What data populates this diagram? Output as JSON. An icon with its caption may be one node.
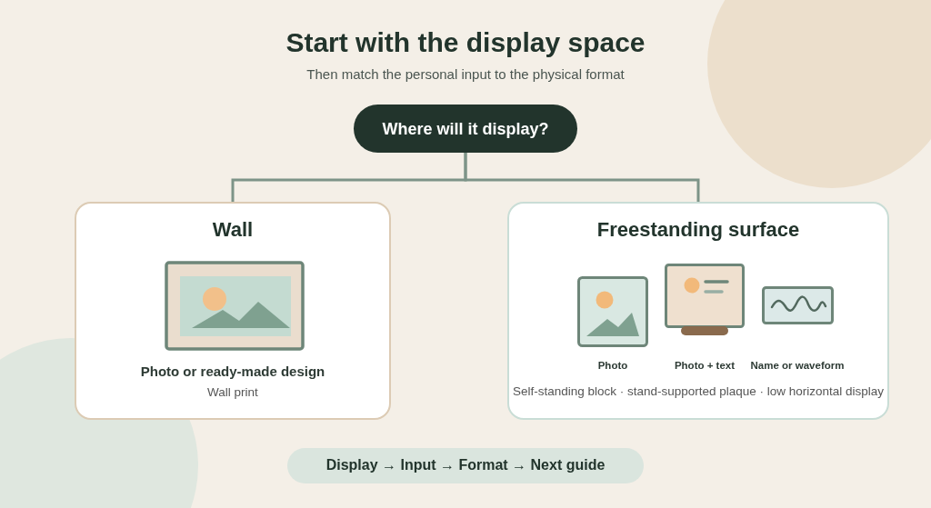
{
  "diagram": {
    "title": "Start with the display space",
    "nodes": [
      {
        "text": [
          "Where will it display?"
        ]
      },
      {
        "text": [
          "Wall",
          "Photo or ready-made design",
          "Wall print"
        ]
      },
      {
        "text": [
          "Freestanding surface",
          "Self-standing block · stand-supported plaque · low horizontal display"
        ]
      },
      {
        "text": [
          "Display → Input → Format → Next guide"
        ]
      }
    ],
    "edges": [
      {
        "from": 0,
        "to": 1,
        "arrow": "none"
      },
      {
        "from": 0,
        "to": 2,
        "arrow": "none"
      }
    ],
    "labels": [
      "Then match the personal input to the physical format",
      "Photo",
      "Photo + text",
      "Name or waveform"
    ]
  }
}
